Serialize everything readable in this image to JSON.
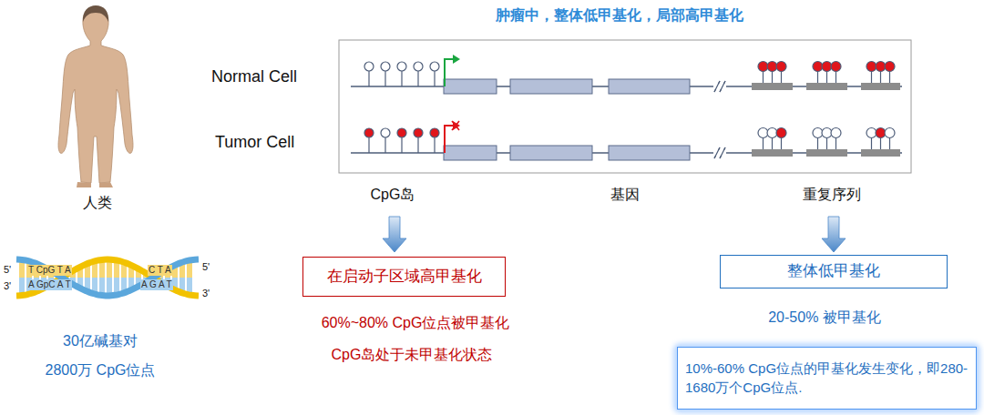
{
  "diagram": {
    "title": "肿瘤中，整体低甲基化，局部高甲基化",
    "nodes": [
      {
        "text": [
          "在启动子区域高甲基化"
        ]
      },
      {
        "text": [
          "整体低甲基化"
        ]
      },
      {
        "text": [
          "10%-60% CpG位点的甲基化发生变化，即280-1680万个CpG位点."
        ]
      }
    ],
    "labels": [
      "Normal Cell",
      "Tumor Cell",
      "人类",
      "CpG岛",
      "基因",
      "重复序列",
      "60%~80% CpG位点被甲基化",
      "CpG岛处于未甲基化状态",
      "20-50% 被甲基化",
      "30亿碱基对",
      "2800万 CpG位点",
      "5'",
      "3'",
      "5'",
      "3'",
      "T CpG T A",
      "A GpC A T",
      "C T A",
      "A G A T"
    ]
  }
}
